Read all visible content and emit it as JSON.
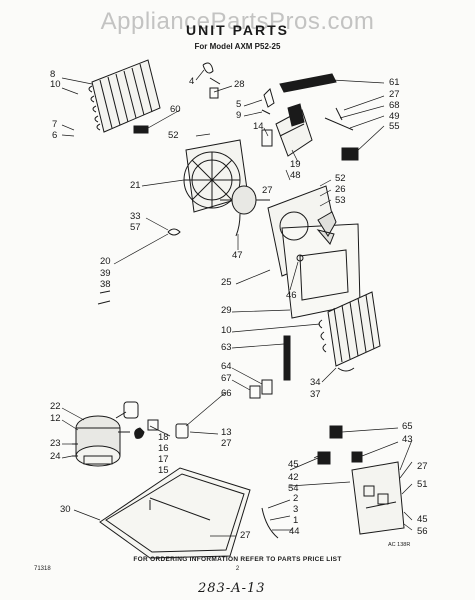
{
  "watermark": "AppliancePartsPros.com",
  "title": "UNIT PARTS",
  "subtitle": "For Model AXM P52-25",
  "footer_note": "FOR ORDERING INFORMATION REFER TO PARTS PRICE LIST",
  "page_number": "2",
  "code_left": "71318",
  "code_right": "AC 138R",
  "handwritten": "283-A-13",
  "callouts": {
    "n8": "8",
    "n10a": "10",
    "n7": "7",
    "n6": "6",
    "n4": "4",
    "n28": "28",
    "n60": "60",
    "n5": "5",
    "n9": "9",
    "n61": "61",
    "n27a": "27",
    "n68": "68",
    "n49": "49",
    "n55": "55",
    "n52a": "52",
    "n14": "14",
    "n21": "21",
    "n19": "19",
    "n48": "48",
    "n27b": "27",
    "n52b": "52",
    "n26": "26",
    "n53": "53",
    "n33": "33",
    "n57": "57",
    "n47": "47",
    "n20": "20",
    "n39": "39",
    "n38": "38",
    "n25": "25",
    "n46": "46",
    "n29": "29",
    "n10b": "10",
    "n63": "63",
    "n64": "64",
    "n67": "67",
    "n34": "34",
    "n37": "37",
    "n22": "22",
    "n12": "12",
    "n23": "23",
    "n24": "24",
    "n18": "18",
    "n16": "16",
    "n17": "17",
    "n15": "15",
    "n66": "66",
    "n13": "13",
    "n27c": "27",
    "n65": "65",
    "n43": "43",
    "n45a": "45",
    "n42": "42",
    "n54": "54",
    "n30": "30",
    "n2": "2",
    "n3": "3",
    "n1": "1",
    "n44": "44",
    "n27d": "27",
    "n51": "51",
    "n45b": "45",
    "n56": "56",
    "n27e": "27"
  },
  "colors": {
    "ink": "#1a1a1a",
    "paper": "#fbfbf9",
    "watermark": "#969696"
  }
}
